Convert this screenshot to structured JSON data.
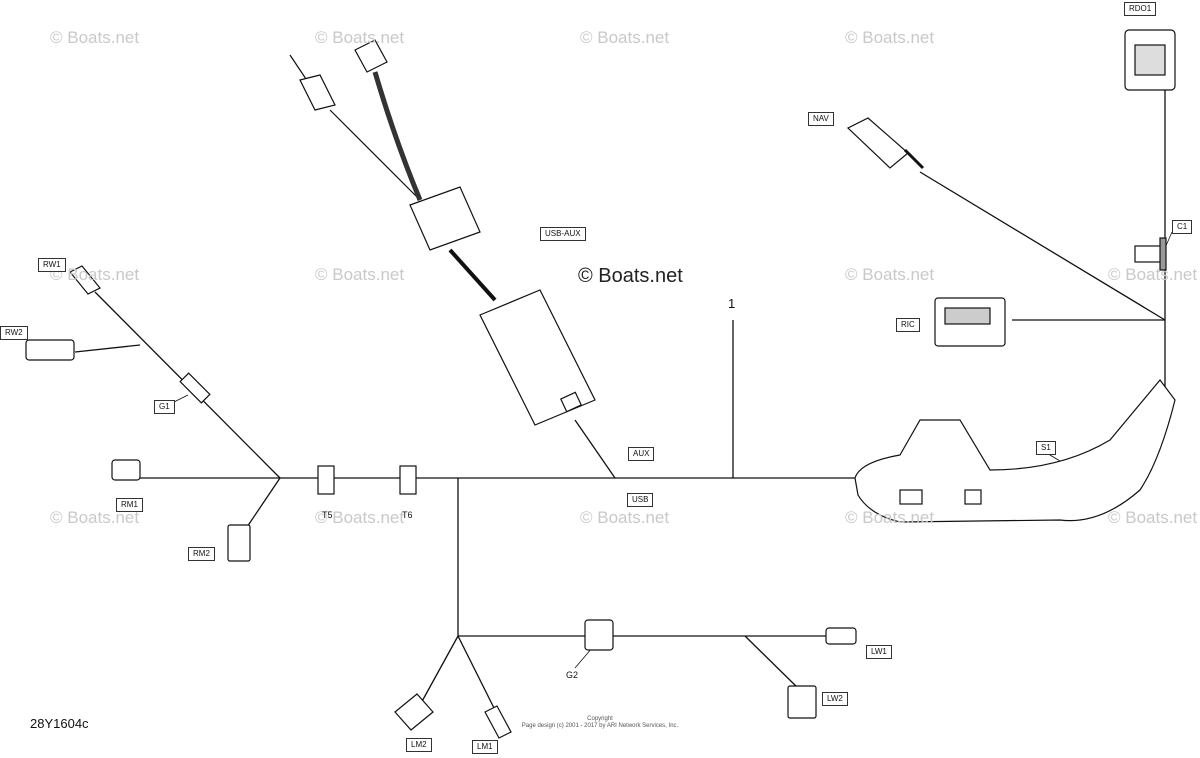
{
  "watermark": "© Boats.net",
  "main_watermark": "© Boats.net",
  "item_number": "1",
  "labels": {
    "rdo1": "RDO1",
    "nav": "NAV",
    "c1": "C1",
    "ric": "RIC",
    "usb_aux": "USB-AUX",
    "rw1": "RW1",
    "rw2": "RW2",
    "g1": "G1",
    "aux": "AUX",
    "usb": "USB",
    "s1": "S1",
    "rm1": "RM1",
    "rm2": "RM2",
    "t5": "T5",
    "t6": "T6",
    "lw1": "LW1",
    "lw2": "LW2",
    "g2": "G2",
    "lm2": "LM2",
    "lm1": "LM1"
  },
  "drawing_id": "28Y1604c",
  "copyright": {
    "line1": "Copyright",
    "line2": "Page design (c) 2001 - 2017 by ARI Network Services, Inc."
  }
}
